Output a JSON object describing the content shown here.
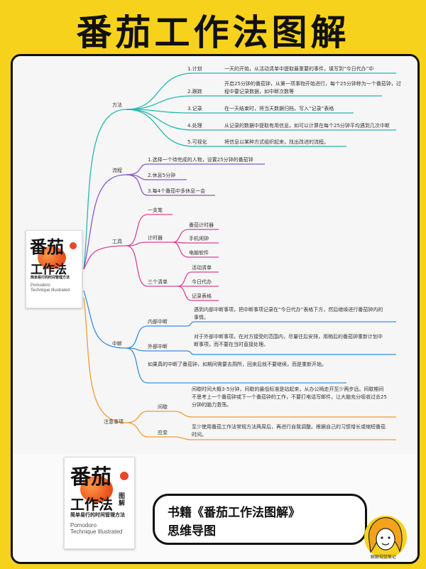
{
  "title": "番茄工作法图解",
  "book": {
    "title_line1": "番茄",
    "title_line2": "工作法",
    "tujie": "图解",
    "subtitle": "简单易行的时间管理方法",
    "en1": "Pomodoro",
    "en2": "Technique Illustrated"
  },
  "mindmap": {
    "method": {
      "label": "方法",
      "items": [
        {
          "label": "1.计划",
          "desc": "一天的开始，从活动清单中提取最重要的事件，填写到“今日代办”中"
        },
        {
          "label": "2.跟踪",
          "desc": "开启25分钟的番茄钟，从第一项事物开始进行，每个25分钟称为一个番茄钟，过程中要记录数据，如中断次数等"
        },
        {
          "label": "3.记录",
          "desc": "在一天结束时，将当天数据归档，写入“记录”表格"
        },
        {
          "label": "4.处理",
          "desc": "从记录的数据中提取有用信息，如可以计算在每个25分钟平均遇到几次中断"
        },
        {
          "label": "5.可视化",
          "desc": "将信息以某种方式组织起来，找出改进的流程。"
        }
      ]
    },
    "process": {
      "label": "流程",
      "items": [
        "1.选择一个待完成的人物，设置25分钟的番茄钟",
        "2.休息5分钟",
        "3.每4个番茄中多休息一会"
      ]
    },
    "tools": {
      "label": "工具",
      "pen": "一支笔",
      "timer": {
        "label": "计时器",
        "items": [
          "番茄计时器",
          "手机闹钟",
          "电脑软件"
        ]
      },
      "lists": {
        "label": "三个清单",
        "items": [
          "活动清单",
          "今日代办",
          "记录表格"
        ]
      }
    },
    "interrupt": {
      "label": "中断",
      "internal": {
        "label": "内部中断",
        "desc": "遇到内部中断事项，把中断事项记录在“今日代办”表格下方，然后继续进行番茄钟内的事情。"
      },
      "external": {
        "label": "外部中断",
        "desc": "对于外部中断事项，在对方接受的范围内，尽量往后安排，用稍后的番茄钟重新计划中断事项，而不要在当时直接处理。"
      },
      "note": "如果真的中断了番茄钟，如期间需要去厕所，回来后就不要继续，而是重新开始。"
    },
    "notes": {
      "label": "注意事项",
      "interval": {
        "label": "间歇",
        "desc": "间歇时间大概3-5分钟，间歇的最低标准是站起来，从办公椅走开至少两步远。间歇期间不思考上一个番茄钟或下一个番茄钟的工作，不要打电话写邮件，让大脑充分吸收过去25分钟的脑力激荡。"
      },
      "adapt": {
        "label": "应变",
        "desc": "至少使用番茄工作法常规方法两周后，再进行自我调整。根据自己的习惯增长或缩短番茄时间。"
      }
    }
  },
  "bubble": {
    "line1": "书籍《番茄工作法图解》",
    "line2": "思维导图"
  },
  "avatar_caption": "解解视觉笔记",
  "colors": {
    "background": "#f7d21c",
    "method": "#25b7b0",
    "process": "#8a55c8",
    "tools": "#d64597",
    "interrupt": "#3a8ed8",
    "notes": "#f09a36"
  }
}
